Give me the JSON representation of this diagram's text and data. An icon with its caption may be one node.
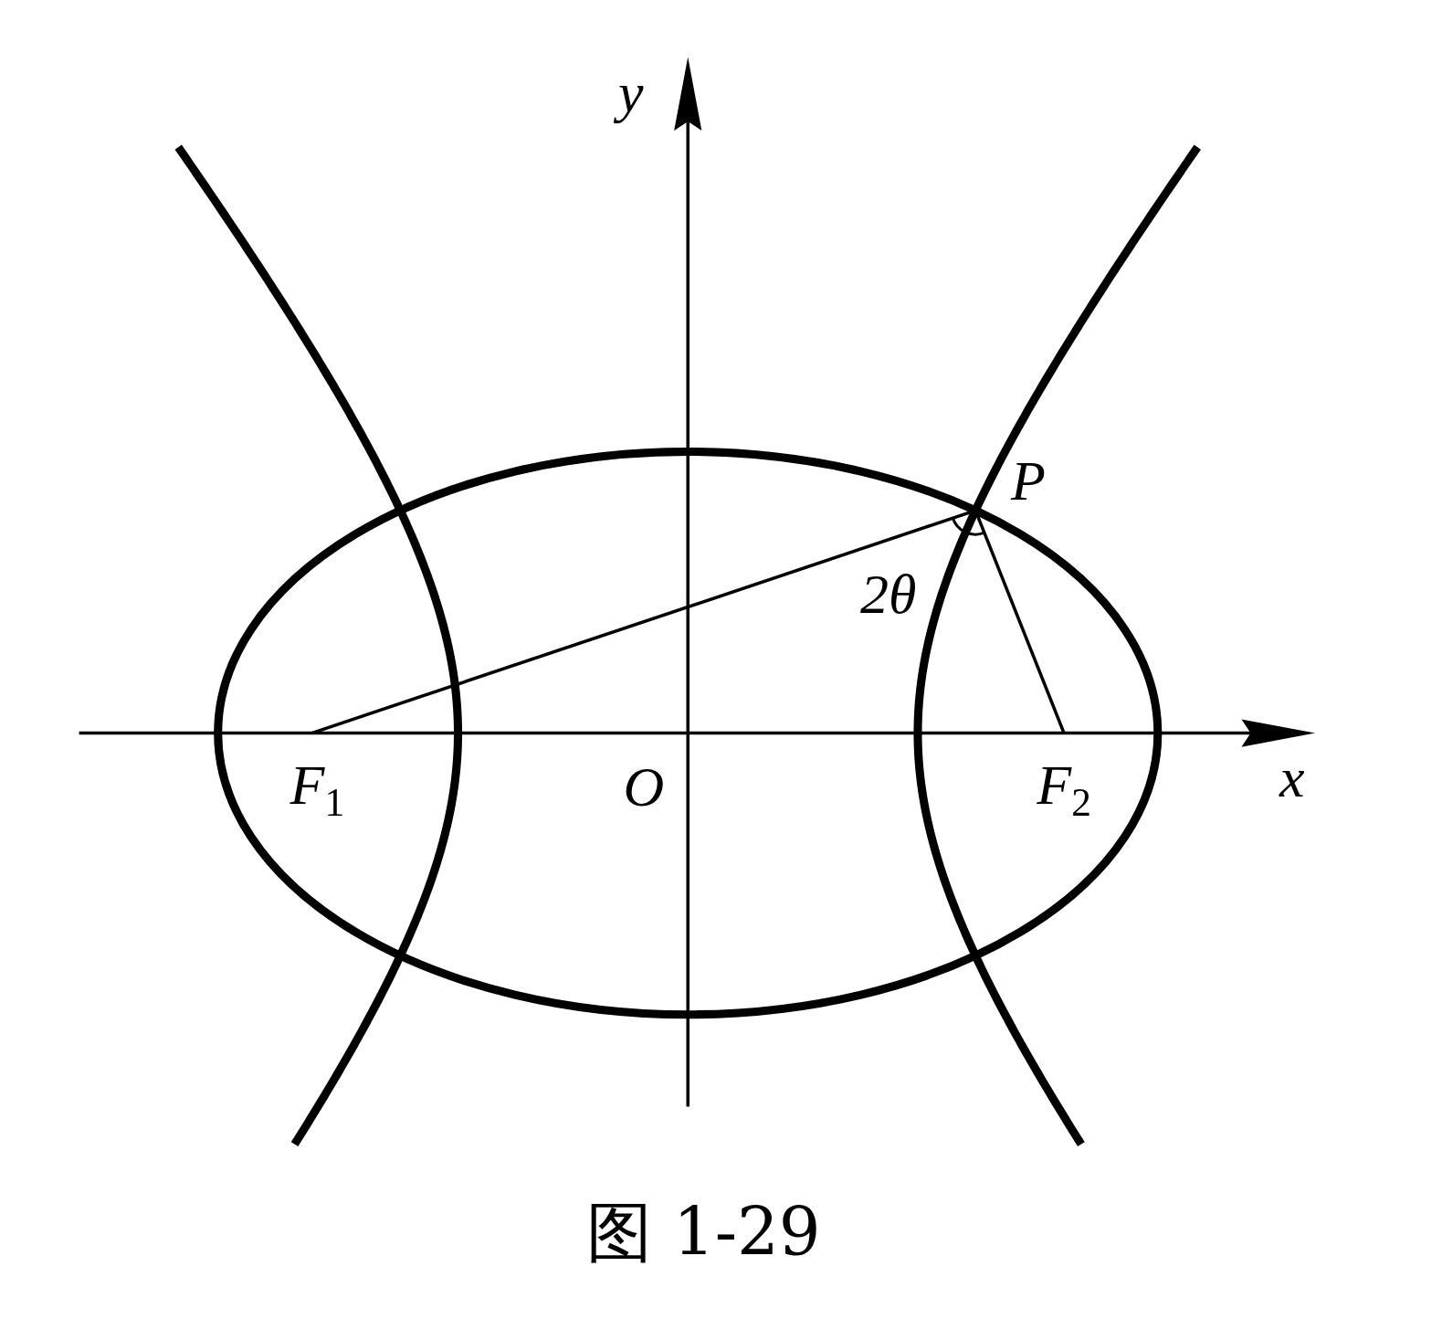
{
  "diagram": {
    "caption": "图 1-29",
    "labels": [
      "y",
      "P",
      "2θ",
      "F$_{1}$",
      "O",
      "F$_{2}$",
      "x"
    ]
  }
}
